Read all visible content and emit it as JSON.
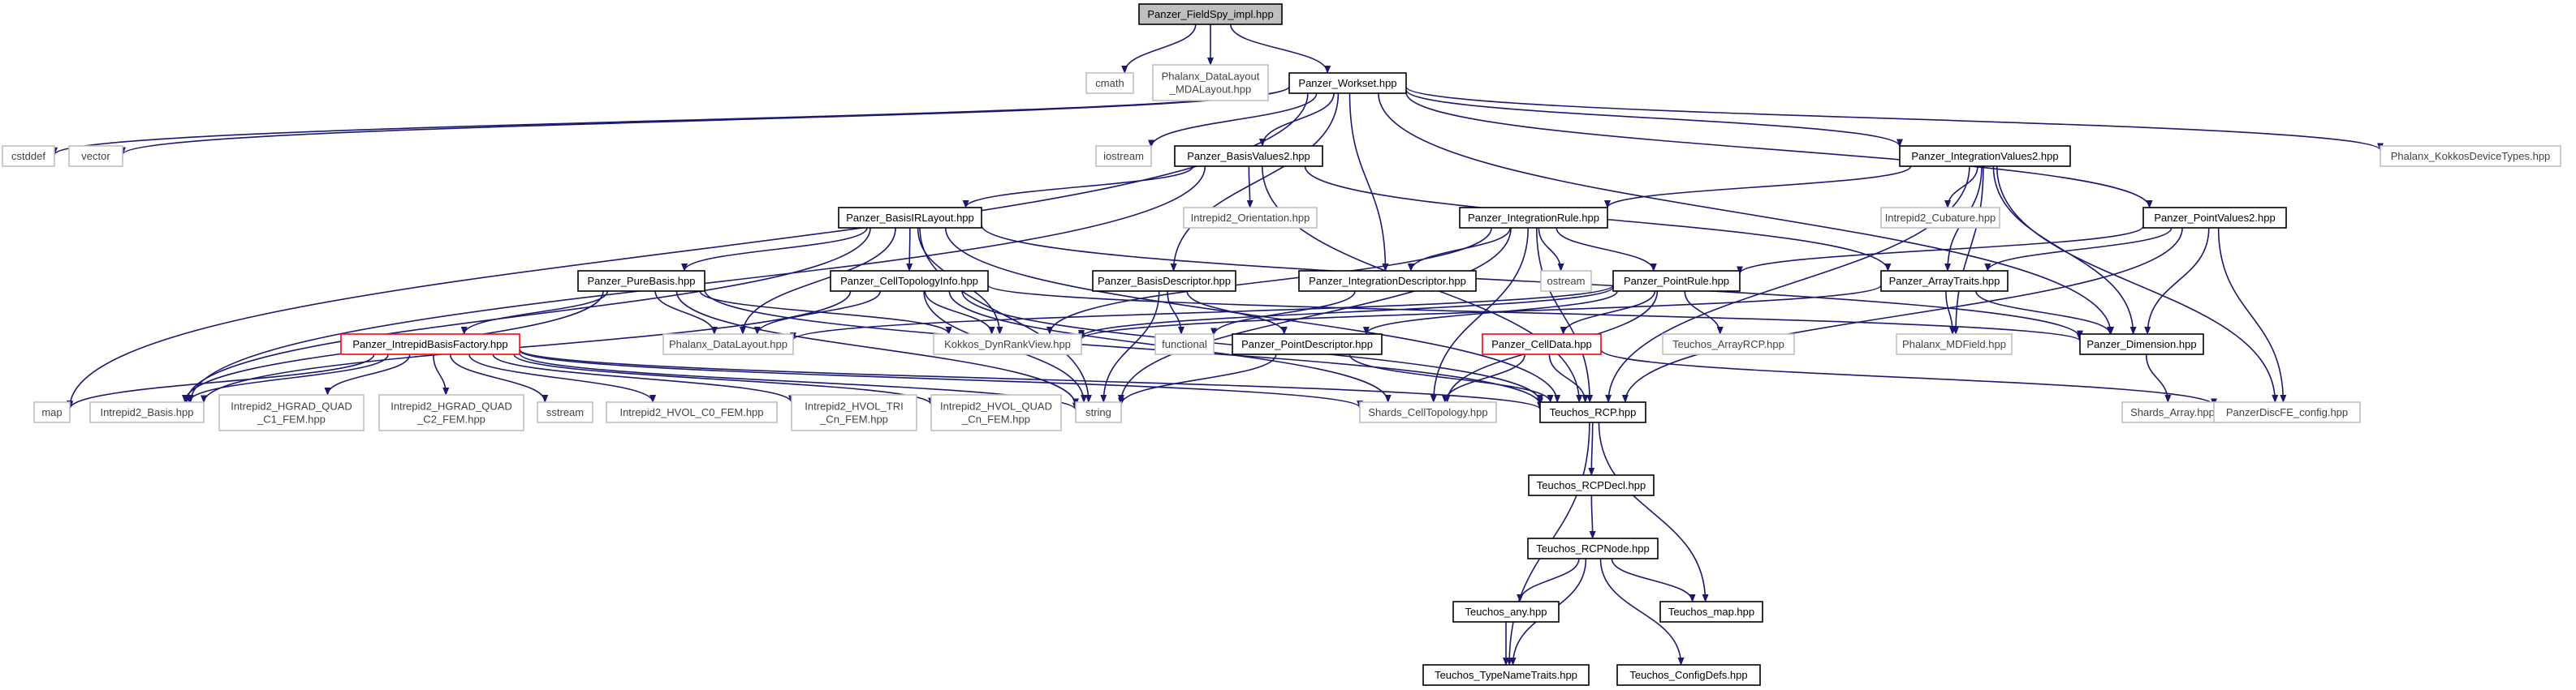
{
  "colors": {
    "edge": "#191970",
    "root_fill": "#bfbfbf",
    "normal_border": "#000000",
    "external_border": "#bfbfbf",
    "incomplete_border": "#ff0000",
    "text_normal": "#000000",
    "text_external": "#404040"
  },
  "nodes": [
    {
      "id": "root",
      "label": [
        "Panzer_FieldSpy_impl.hpp"
      ],
      "kind": "root"
    },
    {
      "id": "cmath",
      "label": [
        "cmath"
      ],
      "kind": "external"
    },
    {
      "id": "mdalayout",
      "label": [
        "Phalanx_DataLayout",
        "_MDALayout.hpp"
      ],
      "kind": "external"
    },
    {
      "id": "workset",
      "label": [
        "Panzer_Workset.hpp"
      ],
      "kind": "normal"
    },
    {
      "id": "cstddef",
      "label": [
        "cstddef"
      ],
      "kind": "external"
    },
    {
      "id": "vector",
      "label": [
        "vector"
      ],
      "kind": "external"
    },
    {
      "id": "iostream",
      "label": [
        "iostream"
      ],
      "kind": "external"
    },
    {
      "id": "basisvalues2",
      "label": [
        "Panzer_BasisValues2.hpp"
      ],
      "kind": "normal"
    },
    {
      "id": "intvalues2",
      "label": [
        "Panzer_IntegrationValues2.hpp"
      ],
      "kind": "normal"
    },
    {
      "id": "kokkosdevice",
      "label": [
        "Phalanx_KokkosDeviceTypes.hpp"
      ],
      "kind": "external"
    },
    {
      "id": "orientation",
      "label": [
        "Intrepid2_Orientation.hpp"
      ],
      "kind": "external"
    },
    {
      "id": "basisirlayout",
      "label": [
        "Panzer_BasisIRLayout.hpp"
      ],
      "kind": "normal"
    },
    {
      "id": "intrule",
      "label": [
        "Panzer_IntegrationRule.hpp"
      ],
      "kind": "normal"
    },
    {
      "id": "cubature",
      "label": [
        "Intrepid2_Cubature.hpp"
      ],
      "kind": "external"
    },
    {
      "id": "pointvalues2",
      "label": [
        "Panzer_PointValues2.hpp"
      ],
      "kind": "normal"
    },
    {
      "id": "purebasis",
      "label": [
        "Panzer_PureBasis.hpp"
      ],
      "kind": "normal"
    },
    {
      "id": "celltopoinfo",
      "label": [
        "Panzer_CellTopologyInfo.hpp"
      ],
      "kind": "normal"
    },
    {
      "id": "basisdesc",
      "label": [
        "Panzer_BasisDescriptor.hpp"
      ],
      "kind": "normal"
    },
    {
      "id": "intdesc",
      "label": [
        "Panzer_IntegrationDescriptor.hpp"
      ],
      "kind": "normal"
    },
    {
      "id": "ostream",
      "label": [
        "ostream"
      ],
      "kind": "external"
    },
    {
      "id": "pointrule",
      "label": [
        "Panzer_PointRule.hpp"
      ],
      "kind": "normal"
    },
    {
      "id": "arraytraits",
      "label": [
        "Panzer_ArrayTraits.hpp"
      ],
      "kind": "normal"
    },
    {
      "id": "ibfactory",
      "label": [
        "Panzer_IntrepidBasisFactory.hpp"
      ],
      "kind": "incomplete"
    },
    {
      "id": "phxdatalayout",
      "label": [
        "Phalanx_DataLayout.hpp"
      ],
      "kind": "external"
    },
    {
      "id": "dynrankview",
      "label": [
        "Kokkos_DynRankView.hpp"
      ],
      "kind": "external"
    },
    {
      "id": "functional",
      "label": [
        "functional"
      ],
      "kind": "external"
    },
    {
      "id": "pointdesc",
      "label": [
        "Panzer_PointDescriptor.hpp"
      ],
      "kind": "normal"
    },
    {
      "id": "celldata",
      "label": [
        "Panzer_CellData.hpp"
      ],
      "kind": "incomplete"
    },
    {
      "id": "arrayrcp",
      "label": [
        "Teuchos_ArrayRCP.hpp"
      ],
      "kind": "external"
    },
    {
      "id": "mdfield",
      "label": [
        "Phalanx_MDField.hpp"
      ],
      "kind": "external"
    },
    {
      "id": "dimension",
      "label": [
        "Panzer_Dimension.hpp"
      ],
      "kind": "normal"
    },
    {
      "id": "map",
      "label": [
        "map"
      ],
      "kind": "external"
    },
    {
      "id": "ibasis",
      "label": [
        "Intrepid2_Basis.hpp"
      ],
      "kind": "external"
    },
    {
      "id": "hgradc1",
      "label": [
        "Intrepid2_HGRAD_QUAD",
        "_C1_FEM.hpp"
      ],
      "kind": "external"
    },
    {
      "id": "hgradc2",
      "label": [
        "Intrepid2_HGRAD_QUAD",
        "_C2_FEM.hpp"
      ],
      "kind": "external"
    },
    {
      "id": "sstream",
      "label": [
        "sstream"
      ],
      "kind": "external"
    },
    {
      "id": "hvolc0",
      "label": [
        "Intrepid2_HVOL_C0_FEM.hpp"
      ],
      "kind": "external"
    },
    {
      "id": "hvoltri",
      "label": [
        "Intrepid2_HVOL_TRI",
        "_Cn_FEM.hpp"
      ],
      "kind": "external"
    },
    {
      "id": "hvolquad",
      "label": [
        "Intrepid2_HVOL_QUAD",
        "_Cn_FEM.hpp"
      ],
      "kind": "external"
    },
    {
      "id": "string",
      "label": [
        "string"
      ],
      "kind": "external"
    },
    {
      "id": "shardscell",
      "label": [
        "Shards_CellTopology.hpp"
      ],
      "kind": "external"
    },
    {
      "id": "rcp",
      "label": [
        "Teuchos_RCP.hpp"
      ],
      "kind": "normal"
    },
    {
      "id": "shardsarray",
      "label": [
        "Shards_Array.hpp"
      ],
      "kind": "external"
    },
    {
      "id": "discfe",
      "label": [
        "PanzerDiscFE_config.hpp"
      ],
      "kind": "external"
    },
    {
      "id": "rcpdecl",
      "label": [
        "Teuchos_RCPDecl.hpp"
      ],
      "kind": "normal"
    },
    {
      "id": "rcpnode",
      "label": [
        "Teuchos_RCPNode.hpp"
      ],
      "kind": "normal"
    },
    {
      "id": "any",
      "label": [
        "Teuchos_any.hpp"
      ],
      "kind": "normal"
    },
    {
      "id": "tmap",
      "label": [
        "Teuchos_map.hpp"
      ],
      "kind": "normal"
    },
    {
      "id": "typenametraits",
      "label": [
        "Teuchos_TypeNameTraits.hpp"
      ],
      "kind": "normal"
    },
    {
      "id": "configdefs",
      "label": [
        "Teuchos_ConfigDefs.hpp"
      ],
      "kind": "normal"
    }
  ],
  "edges": [
    [
      "root",
      "cmath"
    ],
    [
      "root",
      "mdalayout"
    ],
    [
      "root",
      "workset"
    ],
    [
      "workset",
      "cstddef"
    ],
    [
      "workset",
      "vector"
    ],
    [
      "workset",
      "map"
    ],
    [
      "workset",
      "iostream"
    ],
    [
      "workset",
      "basisvalues2"
    ],
    [
      "workset",
      "intvalues2"
    ],
    [
      "workset",
      "pointvalues2"
    ],
    [
      "workset",
      "kokkosdevice"
    ],
    [
      "workset",
      "basisdesc"
    ],
    [
      "workset",
      "intdesc"
    ],
    [
      "workset",
      "dimension"
    ],
    [
      "basisvalues2",
      "orientation"
    ],
    [
      "basisvalues2",
      "basisirlayout"
    ],
    [
      "basisvalues2",
      "arraytraits"
    ],
    [
      "basisvalues2",
      "rcp"
    ],
    [
      "basisvalues2",
      "ibasis"
    ],
    [
      "intvalues2",
      "intrule"
    ],
    [
      "intvalues2",
      "cubature"
    ],
    [
      "intvalues2",
      "arraytraits"
    ],
    [
      "intvalues2",
      "mdfield"
    ],
    [
      "intvalues2",
      "dimension"
    ],
    [
      "intvalues2",
      "discfe"
    ],
    [
      "intvalues2",
      "rcp"
    ],
    [
      "basisirlayout",
      "purebasis"
    ],
    [
      "basisirlayout",
      "celltopoinfo"
    ],
    [
      "basisirlayout",
      "phxdatalayout"
    ],
    [
      "basisirlayout",
      "dynrankview"
    ],
    [
      "basisirlayout",
      "rcp"
    ],
    [
      "basisirlayout",
      "ibasis"
    ],
    [
      "basisirlayout",
      "string"
    ],
    [
      "basisirlayout",
      "dimension"
    ],
    [
      "intrule",
      "pointrule"
    ],
    [
      "intrule",
      "intdesc"
    ],
    [
      "intrule",
      "ostream"
    ],
    [
      "intrule",
      "rcp"
    ],
    [
      "intrule",
      "shardscell"
    ],
    [
      "intrule",
      "dynrankview"
    ],
    [
      "intrule",
      "string"
    ],
    [
      "pointvalues2",
      "pointrule"
    ],
    [
      "pointvalues2",
      "arraytraits"
    ],
    [
      "pointvalues2",
      "dimension"
    ],
    [
      "pointvalues2",
      "discfe"
    ],
    [
      "pointvalues2",
      "rcp"
    ],
    [
      "purebasis",
      "ibfactory"
    ],
    [
      "purebasis",
      "phxdatalayout"
    ],
    [
      "purebasis",
      "dynrankview"
    ],
    [
      "purebasis",
      "ibasis"
    ],
    [
      "purebasis",
      "string"
    ],
    [
      "purebasis",
      "rcp"
    ],
    [
      "celltopoinfo",
      "phxdatalayout"
    ],
    [
      "celltopoinfo",
      "dynrankview"
    ],
    [
      "celltopoinfo",
      "shardscell"
    ],
    [
      "celltopoinfo",
      "string"
    ],
    [
      "celltopoinfo",
      "rcp"
    ],
    [
      "celltopoinfo",
      "dimension"
    ],
    [
      "celltopoinfo",
      "ibasis"
    ],
    [
      "basisdesc",
      "functional"
    ],
    [
      "basisdesc",
      "pointdesc"
    ],
    [
      "basisdesc",
      "string"
    ],
    [
      "intdesc",
      "functional"
    ],
    [
      "pointrule",
      "celldata"
    ],
    [
      "pointrule",
      "arrayrcp"
    ],
    [
      "pointrule",
      "phxdatalayout"
    ],
    [
      "pointrule",
      "pointdesc"
    ],
    [
      "pointrule",
      "shardscell"
    ],
    [
      "pointrule",
      "dynrankview"
    ],
    [
      "arraytraits",
      "mdfield"
    ],
    [
      "arraytraits",
      "dimension"
    ],
    [
      "arraytraits",
      "dynrankview"
    ],
    [
      "ibfactory",
      "map"
    ],
    [
      "ibfactory",
      "ibasis"
    ],
    [
      "ibfactory",
      "hgradc1"
    ],
    [
      "ibfactory",
      "hgradc2"
    ],
    [
      "ibfactory",
      "sstream"
    ],
    [
      "ibfactory",
      "hvolc0"
    ],
    [
      "ibfactory",
      "hvoltri"
    ],
    [
      "ibfactory",
      "hvolquad"
    ],
    [
      "ibfactory",
      "string"
    ],
    [
      "ibfactory",
      "rcp"
    ],
    [
      "ibfactory",
      "shardscell"
    ],
    [
      "pointdesc",
      "string"
    ],
    [
      "pointdesc",
      "rcp"
    ],
    [
      "celldata",
      "shardscell"
    ],
    [
      "celldata",
      "rcp"
    ],
    [
      "celldata",
      "discfe"
    ],
    [
      "dimension",
      "shardsarray"
    ],
    [
      "rcp",
      "rcpdecl"
    ],
    [
      "rcp",
      "typenametraits"
    ],
    [
      "rcp",
      "tmap"
    ],
    [
      "rcpdecl",
      "rcpnode"
    ],
    [
      "rcpnode",
      "any"
    ],
    [
      "rcpnode",
      "typenametraits"
    ],
    [
      "rcpnode",
      "tmap"
    ],
    [
      "rcpnode",
      "configdefs"
    ],
    [
      "any",
      "typenametraits"
    ]
  ]
}
